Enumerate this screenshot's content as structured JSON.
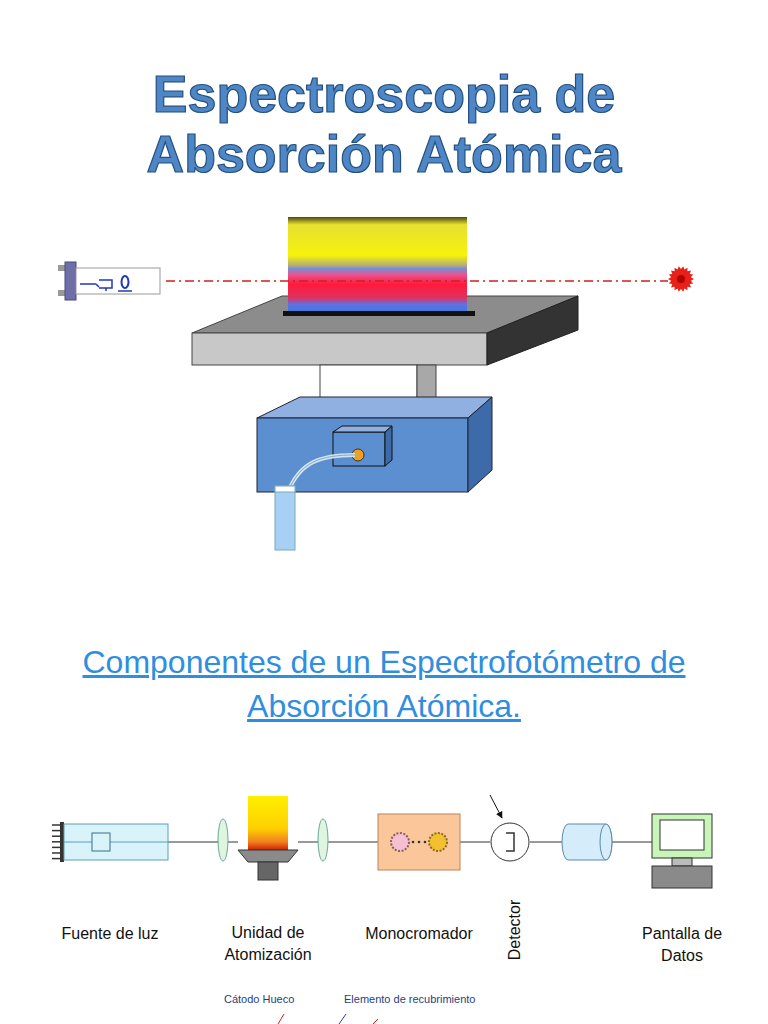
{
  "diagram": {
    "title": "Espectroscopia de Absorción Atómica",
    "nodes": [
      {
        "text": [
          "Fuente de luz"
        ]
      },
      {
        "text": [
          "Unidad de Atomización"
        ]
      },
      {
        "text": [
          "Monocromador"
        ]
      },
      {
        "text": [
          "Detector"
        ]
      },
      {
        "text": [
          "Pantalla de Datos"
        ]
      }
    ],
    "edges": [
      {
        "from": 0,
        "to": 1,
        "arrow": "none"
      },
      {
        "from": 1,
        "to": 2,
        "arrow": "none"
      },
      {
        "from": 2,
        "to": 3,
        "arrow": "none"
      },
      {
        "from": 3,
        "to": 4,
        "arrow": "none"
      }
    ],
    "labels": [
      "Componentes de un Espectrofotómetro de Absorción Atómica.",
      "Cátodo Hueco",
      "Elemento de recubrimiento"
    ]
  }
}
